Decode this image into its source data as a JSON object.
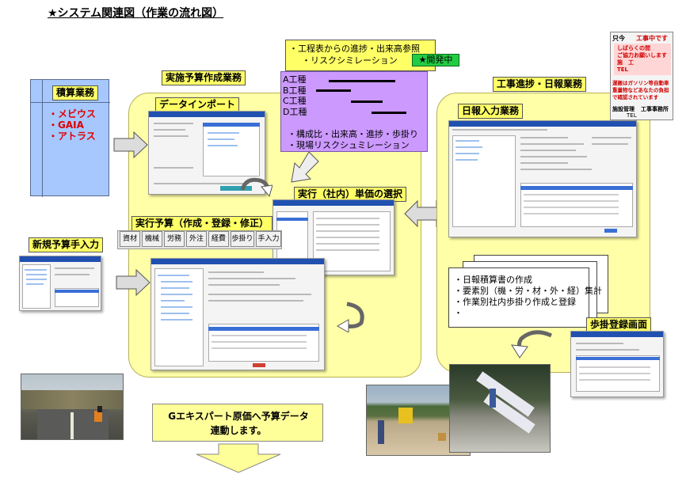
{
  "title": "★システム関連図（作業の流れ図）",
  "estimation": {
    "label": "積算業務",
    "items": [
      "・メビウス",
      "・GAIA",
      "・アトラス"
    ]
  },
  "budget_work": {
    "label": "実施予算作成業務",
    "data_import": "データインポート",
    "unit_price": "実行（社内）単価の選択",
    "exec_budget": "実行予算（作成・登録・修正）",
    "buttons": [
      "資材",
      "機械",
      "労務",
      "外注",
      "経費",
      "歩掛り",
      "手入力"
    ]
  },
  "new_budget": {
    "label": "新規予算手入力"
  },
  "schedule_box": {
    "header_line1": "・工程表からの進捗・出来高参照",
    "header_line2": "・リスクシミレーション",
    "badge": "★開発中",
    "rows": [
      "A工種",
      "B工種",
      "C工種",
      "D工種"
    ],
    "notes": [
      "・構成比・出来高・進捗・歩掛り",
      "・現場リスクシュミレーション"
    ]
  },
  "progress_work": {
    "label": "工事進捗・日報業務",
    "daily_input": "日報入力業務",
    "doc_lines": [
      "・日報積算書の作成",
      "・要素別（機・労・材・外・経）集計",
      "・作業別社内歩掛り作成と登録",
      "・"
    ],
    "ayugake": "歩掛登録画面"
  },
  "bottom_note": {
    "line1": "Gエキスパート原価へ予算データ",
    "line2": "連動します。"
  },
  "sign": {
    "header_left": "只今",
    "header_right": "工事中です",
    "line1": "しばらくの間",
    "line2": "ご協力お願いします",
    "line3": "施　工",
    "line4": "TEL",
    "line5": "運搬はガソリン等自動車",
    "line6": "重量物などあなたの負担",
    "line7": "で確認されています",
    "footer_left": "施設管理",
    "footer_right": "工事事務所",
    "footer_tel": "TEL"
  }
}
